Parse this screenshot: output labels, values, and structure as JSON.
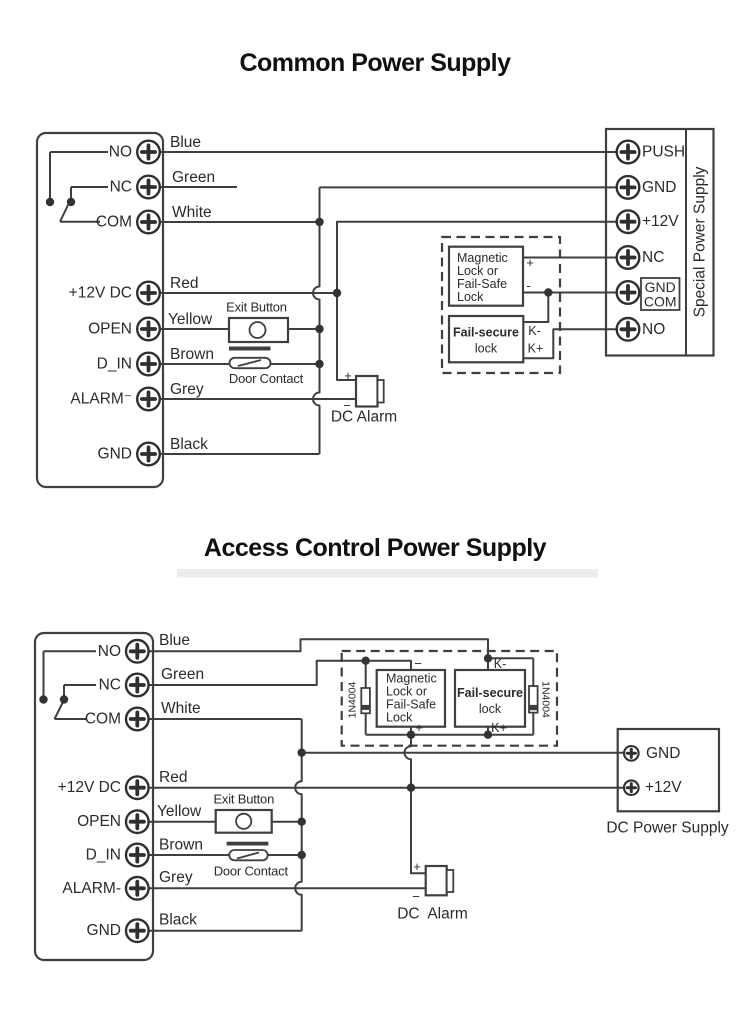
{
  "titles": {
    "common": "Common Power Supply",
    "access": "Access Control Power Supply"
  },
  "common": {
    "controller": {
      "terminals": [
        "NO",
        "NC",
        "COM",
        "+12V DC",
        "OPEN",
        "D_IN",
        "ALARM⁻",
        "GND"
      ],
      "wires": [
        "Blue",
        "Green",
        "White",
        "Red",
        "Yellow",
        "Brown",
        "Grey",
        "Black"
      ]
    },
    "exit_button_label": "Exit Button",
    "door_contact_label": "Door Contact",
    "dc_alarm": {
      "plus": "+",
      "minus": "−",
      "label": "DC Alarm"
    },
    "lock_box": {
      "magnetic_lines": [
        "Magnetic",
        "Lock or",
        "Fail-Safe",
        "Lock"
      ],
      "fail_secure_lines": [
        "Fail-secure",
        "lock"
      ],
      "plus": "+",
      "minus": "-",
      "k_minus": "K-",
      "k_plus": "K+"
    },
    "psu": {
      "name": "Special Power Supply",
      "terminals": [
        "PUSH",
        "GND",
        "+12V",
        "NC",
        "NO"
      ],
      "gnd_com": [
        "GND",
        "COM"
      ]
    }
  },
  "access": {
    "controller": {
      "terminals": [
        "NO",
        "NC",
        "COM",
        "+12V DC",
        "OPEN",
        "D_IN",
        "ALARM-",
        "GND"
      ],
      "wires": [
        "Blue",
        "Green",
        "White",
        "Red",
        "Yellow",
        "Brown",
        "Grey",
        "Black"
      ]
    },
    "exit_button_label": "Exit Button",
    "door_contact_label": "Door Contact",
    "dc_alarm": {
      "plus": "+",
      "minus": "−",
      "label": "DC  Alarm"
    },
    "lock_box": {
      "magnetic_lines": [
        "Magnetic",
        "Lock or",
        "Fail-Safe",
        "Lock"
      ],
      "fail_secure_lines": [
        "Fail-secure",
        "lock"
      ],
      "minus": "−",
      "plus": "+",
      "k_minus": "K-",
      "k_plus": "K+",
      "diode_left": "1N4004",
      "diode_right": "1N4004"
    },
    "psu": {
      "name": "DC Power Supply",
      "terminals": [
        "GND",
        "+12V"
      ]
    }
  }
}
